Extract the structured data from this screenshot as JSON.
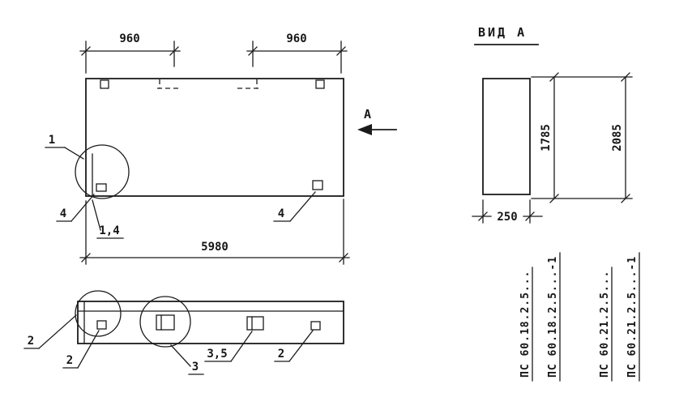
{
  "colors": {
    "ink": "#1b1b1b",
    "paper": "#ffffff"
  },
  "plan": {
    "dim_left": "960",
    "dim_right": "960",
    "dim_total": "5980",
    "arrow_label": "А",
    "callout_1": "1",
    "callout_4_left": "4",
    "callout_1_4": "1,4",
    "callout_4_right": "4"
  },
  "side": {
    "callout_2_left": "2",
    "callout_2_mid": "2",
    "callout_3": "3",
    "callout_3_5": "3,5",
    "callout_2_right": "2"
  },
  "view_a": {
    "title": "ВИД А",
    "dim_width": "250",
    "dim_height_a": "1785",
    "dim_height_b": "2085"
  },
  "marks": [
    "ПС 60.18.2.5...",
    "ПС 60.18.2.5...-1",
    "ПС 60.21.2.5...",
    "ПС 60.21.2.5...-1"
  ]
}
